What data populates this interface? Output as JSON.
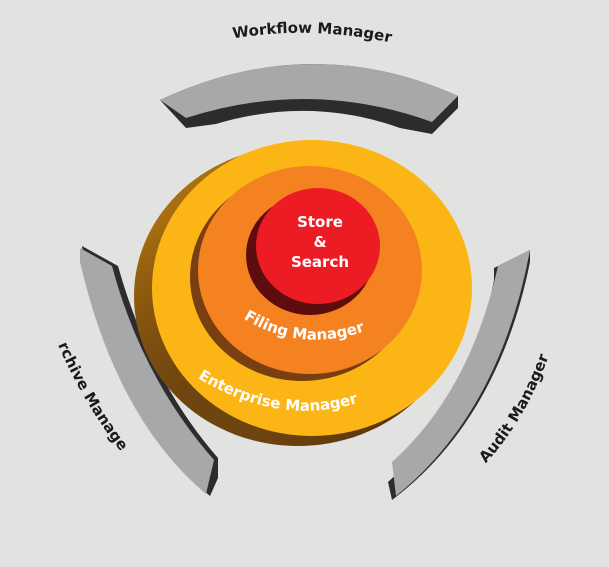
{
  "colors": {
    "background": "#e2e3e0",
    "arc_top": "#a7a8a9",
    "arc_side": "#2c2c2c",
    "enterprise": "#fbb616",
    "enterprise_shadow": "#8a5a0e",
    "filing": "#f58220",
    "filing_shadow": "#7a3f10",
    "core": "#ed1c24",
    "core_shadow": "#5e0d0e",
    "label_dark": "#1a1a1a",
    "label_light": "#ffffff"
  },
  "outer_modules": {
    "workflow": "Workflow Manager",
    "archive": "Archive Manager",
    "audit": "Audit Manager"
  },
  "rings": {
    "enterprise": "Enterprise Manager",
    "filing": "Filing Manager"
  },
  "core": {
    "line1": "Store",
    "line2": "&",
    "line3": "Search"
  }
}
